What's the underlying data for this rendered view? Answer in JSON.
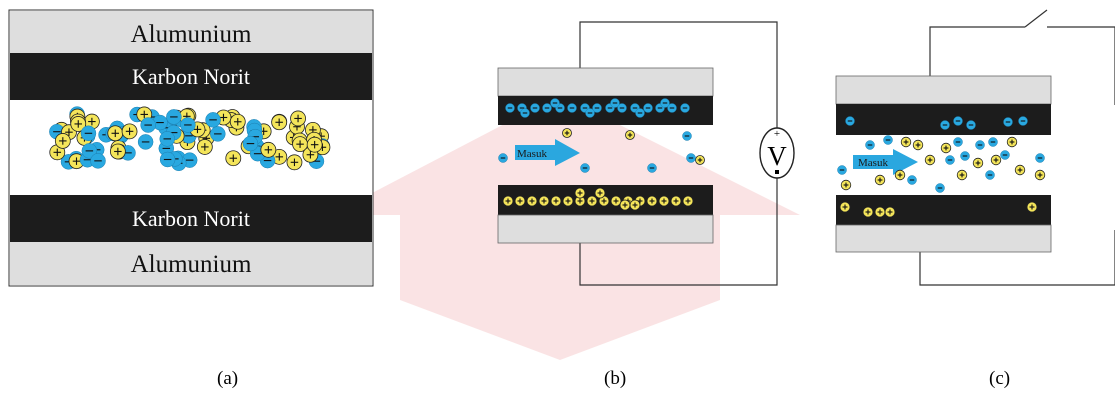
{
  "panels": {
    "a": {
      "label_top_plate": "Alumunium",
      "label_top_carbon": "Karbon Norit",
      "label_bottom_carbon": "Karbon Norit",
      "label_bottom_plate": "Alumunium"
    },
    "b": {
      "flow_label": "Masuk",
      "meter_symbol": "V"
    },
    "c": {
      "flow_label": "Masuk"
    }
  },
  "captions": [
    "(a)",
    "(b)",
    "(c)"
  ],
  "colors": {
    "aluminium": "#dedede",
    "carbon": "#1c1c1c",
    "positive_ion": "#f4e55a",
    "negative_ion": "#29a8e0",
    "arrow": "#2aa7df",
    "watermark": "#d8232a"
  },
  "icons": {
    "positive": "plus-ion-icon",
    "negative": "minus-ion-icon",
    "voltmeter": "voltmeter-icon"
  }
}
